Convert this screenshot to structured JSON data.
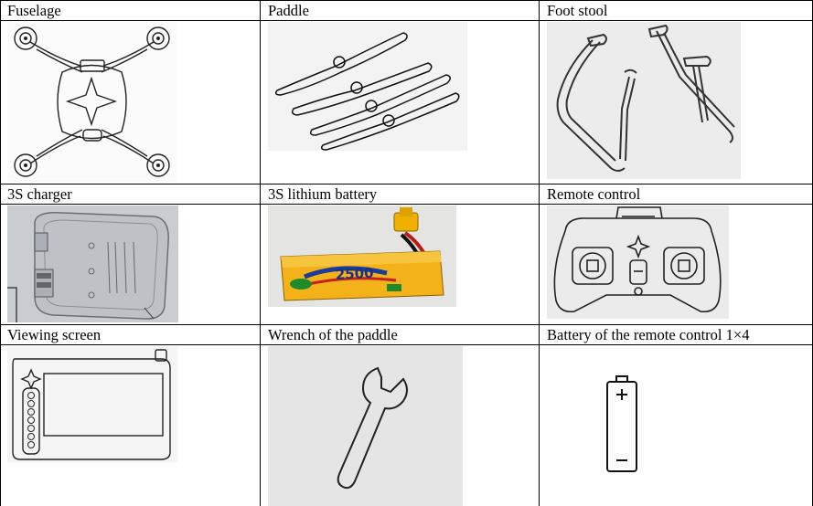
{
  "table": {
    "cells": [
      {
        "label": "Fuselage"
      },
      {
        "label": "Paddle"
      },
      {
        "label": "Foot stool"
      },
      {
        "label": "3S charger"
      },
      {
        "label": "3S lithium battery"
      },
      {
        "label": "Remote control"
      },
      {
        "label": "Viewing screen"
      },
      {
        "label": "Wrench of the paddle"
      },
      {
        "label": "Battery of the remote control 1×4"
      }
    ]
  },
  "battery_pack": {
    "capacity_text": "2500"
  },
  "icons": [
    "drone-fuselage-illustration",
    "propeller-illustration",
    "landing-gear-illustration",
    "charger-photo",
    "lipo-battery-photo",
    "remote-control-illustration",
    "viewing-screen-illustration",
    "wrench-illustration",
    "aa-battery-illustration"
  ]
}
